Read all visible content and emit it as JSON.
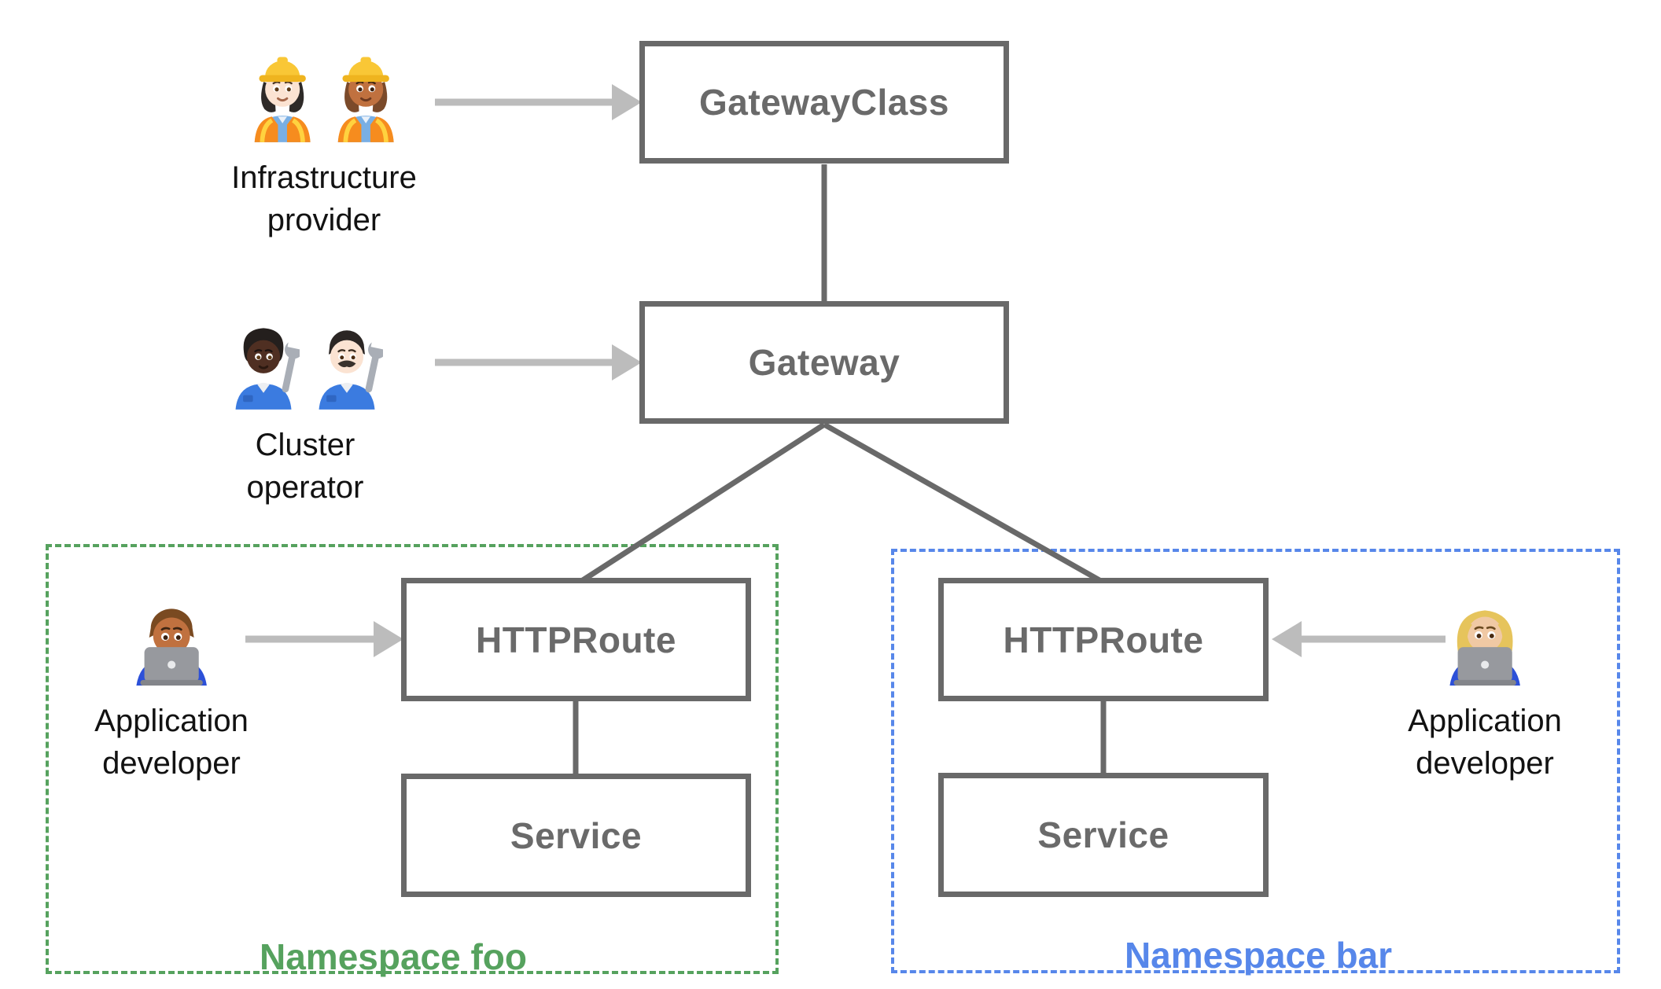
{
  "nodes": {
    "gatewayclass": {
      "label": "GatewayClass"
    },
    "gateway": {
      "label": "Gateway"
    },
    "httproute_foo": {
      "label": "HTTPRoute"
    },
    "service_foo": {
      "label": "Service"
    },
    "httproute_bar": {
      "label": "HTTPRoute"
    },
    "service_bar": {
      "label": "Service"
    }
  },
  "namespaces": {
    "foo": {
      "label": "Namespace foo",
      "color": "#56a25e"
    },
    "bar": {
      "label": "Namespace bar",
      "color": "#5787ea"
    }
  },
  "personas": {
    "infrastructure_provider": {
      "label_lines": [
        "Infrastructure",
        "provider"
      ],
      "icons": [
        "woman-construction-worker-light-skin",
        "woman-construction-worker-medium-skin"
      ]
    },
    "cluster_operator": {
      "label_lines": [
        "Cluster",
        "operator"
      ],
      "icons": [
        "person-mechanic-dark-skin",
        "man-mechanic-light-skin"
      ]
    },
    "application_developer_foo": {
      "label_lines": [
        "Application",
        "developer"
      ],
      "icons": [
        "man-technologist-medium-skin"
      ]
    },
    "application_developer_bar": {
      "label_lines": [
        "Application",
        "developer"
      ],
      "icons": [
        "woman-technologist-medium-light-skin"
      ]
    }
  },
  "colors": {
    "box_border": "#696969",
    "box_text": "#6a6a6a",
    "connector": "#696969",
    "arrow": "#bcbcbc",
    "label_text": "#121212",
    "namespace_foo": "#56a25e",
    "namespace_bar": "#5787ea"
  }
}
